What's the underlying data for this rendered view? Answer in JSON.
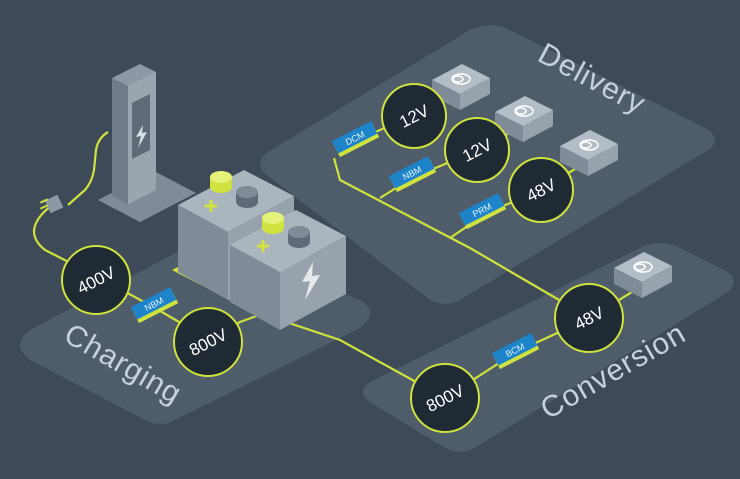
{
  "zones": {
    "charging": "Charging",
    "delivery": "Delivery",
    "conversion": "Conversion"
  },
  "voltages": {
    "charging_in": "400V",
    "charging_out": "800V",
    "conversion_in": "800V",
    "conversion_out": "48V",
    "delivery_dcm": "12V",
    "delivery_nbm": "12V",
    "delivery_prm": "48V"
  },
  "modules": {
    "charging": "NBM",
    "conversion": "BCM",
    "delivery_1": "DCM",
    "delivery_2": "NBM",
    "delivery_3": "PRM"
  },
  "icons": {
    "charger": "ev-charger-icon",
    "battery": "battery-icon",
    "load": "motor-load-icon",
    "plug": "plug-icon"
  },
  "colors": {
    "background": "#3e4a57",
    "zone": "#4f5c6a",
    "wire": "#cfe23d",
    "node": "#1f2a35",
    "module": "#1d84c9",
    "block": "#8c98a3"
  }
}
